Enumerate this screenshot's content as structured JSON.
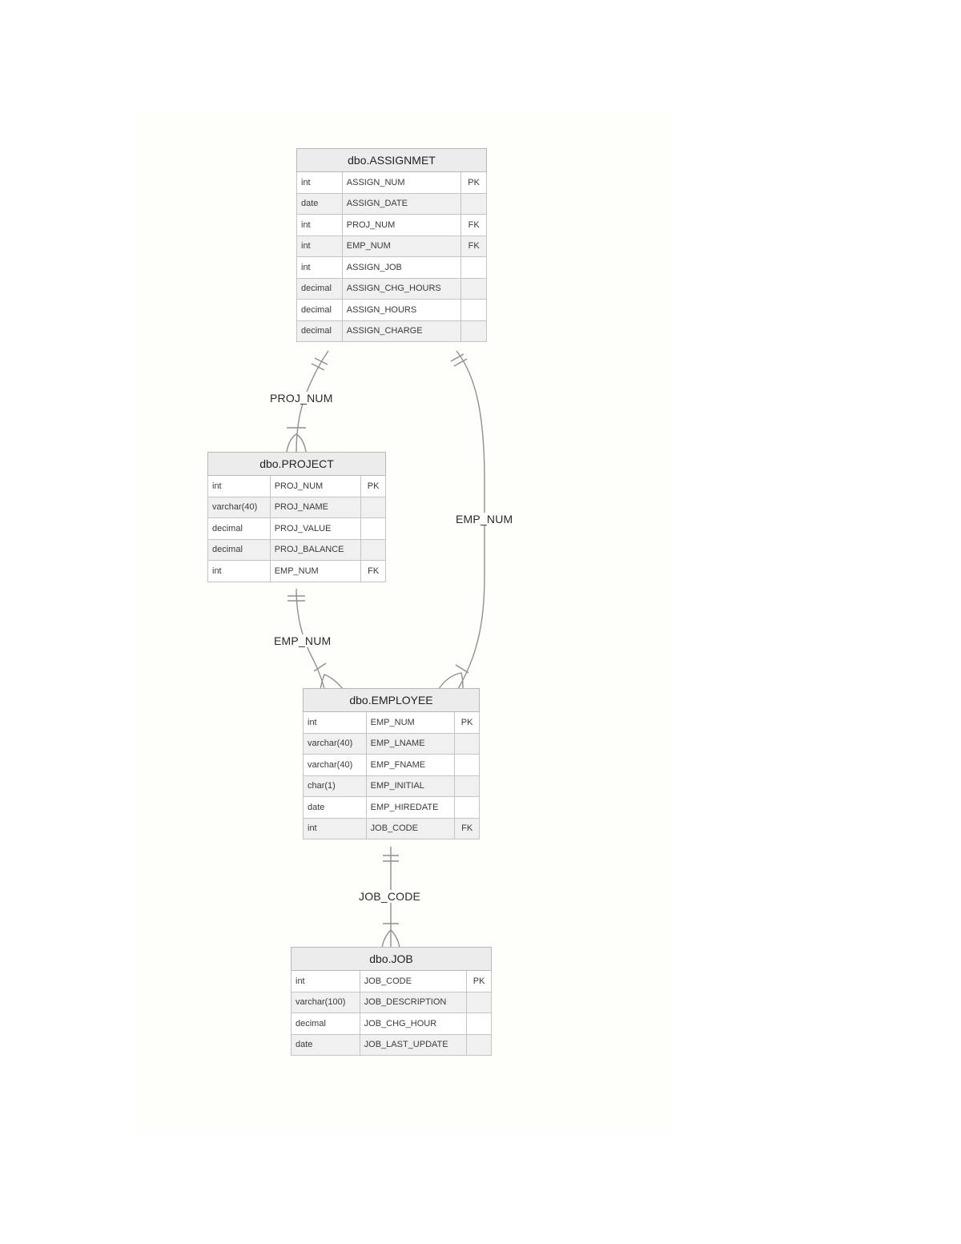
{
  "diagram": {
    "type": "entity-relationship",
    "tables": [
      {
        "id": "assignmet",
        "title": "dbo.ASSIGNMET",
        "columns": [
          {
            "type": "int",
            "name": "ASSIGN_NUM",
            "key": "PK"
          },
          {
            "type": "date",
            "name": "ASSIGN_DATE",
            "key": ""
          },
          {
            "type": "int",
            "name": "PROJ_NUM",
            "key": "FK"
          },
          {
            "type": "int",
            "name": "EMP_NUM",
            "key": "FK"
          },
          {
            "type": "int",
            "name": "ASSIGN_JOB",
            "key": ""
          },
          {
            "type": "decimal",
            "name": "ASSIGN_CHG_HOURS",
            "key": ""
          },
          {
            "type": "decimal",
            "name": "ASSIGN_HOURS",
            "key": ""
          },
          {
            "type": "decimal",
            "name": "ASSIGN_CHARGE",
            "key": ""
          }
        ]
      },
      {
        "id": "project",
        "title": "dbo.PROJECT",
        "columns": [
          {
            "type": "int",
            "name": "PROJ_NUM",
            "key": "PK"
          },
          {
            "type": "varchar(40)",
            "name": "PROJ_NAME",
            "key": ""
          },
          {
            "type": "decimal",
            "name": "PROJ_VALUE",
            "key": ""
          },
          {
            "type": "decimal",
            "name": "PROJ_BALANCE",
            "key": ""
          },
          {
            "type": "int",
            "name": "EMP_NUM",
            "key": "FK"
          }
        ]
      },
      {
        "id": "employee",
        "title": "dbo.EMPLOYEE",
        "columns": [
          {
            "type": "int",
            "name": "EMP_NUM",
            "key": "PK"
          },
          {
            "type": "varchar(40)",
            "name": "EMP_LNAME",
            "key": ""
          },
          {
            "type": "varchar(40)",
            "name": "EMP_FNAME",
            "key": ""
          },
          {
            "type": "char(1)",
            "name": "EMP_INITIAL",
            "key": ""
          },
          {
            "type": "date",
            "name": "EMP_HIREDATE",
            "key": ""
          },
          {
            "type": "int",
            "name": "JOB_CODE",
            "key": "FK"
          }
        ]
      },
      {
        "id": "job",
        "title": "dbo.JOB",
        "columns": [
          {
            "type": "int",
            "name": "JOB_CODE",
            "key": "PK"
          },
          {
            "type": "varchar(100)",
            "name": "JOB_DESCRIPTION",
            "key": ""
          },
          {
            "type": "decimal",
            "name": "JOB_CHG_HOUR",
            "key": ""
          },
          {
            "type": "date",
            "name": "JOB_LAST_UPDATE",
            "key": ""
          }
        ]
      }
    ],
    "relationships": [
      {
        "label": "PROJ_NUM",
        "from": "dbo.ASSIGNMET",
        "to": "dbo.PROJECT",
        "from_end": "one-and-only-one",
        "to_end": "one-or-many"
      },
      {
        "label": "EMP_NUM",
        "from": "dbo.ASSIGNMET",
        "to": "dbo.EMPLOYEE",
        "from_end": "one-and-only-one",
        "to_end": "one-or-many"
      },
      {
        "label": "EMP_NUM",
        "from": "dbo.PROJECT",
        "to": "dbo.EMPLOYEE",
        "from_end": "one-and-only-one",
        "to_end": "one-or-many"
      },
      {
        "label": "JOB_CODE",
        "from": "dbo.EMPLOYEE",
        "to": "dbo.JOB",
        "from_end": "one-and-only-one",
        "to_end": "one-or-many"
      }
    ],
    "colors": {
      "header_bg": "#ececec",
      "row_alt_bg": "#f0f0f0",
      "border": "#b7b7b7",
      "connector": "#8f8f8f",
      "canvas_bg": "#fefefb"
    }
  }
}
